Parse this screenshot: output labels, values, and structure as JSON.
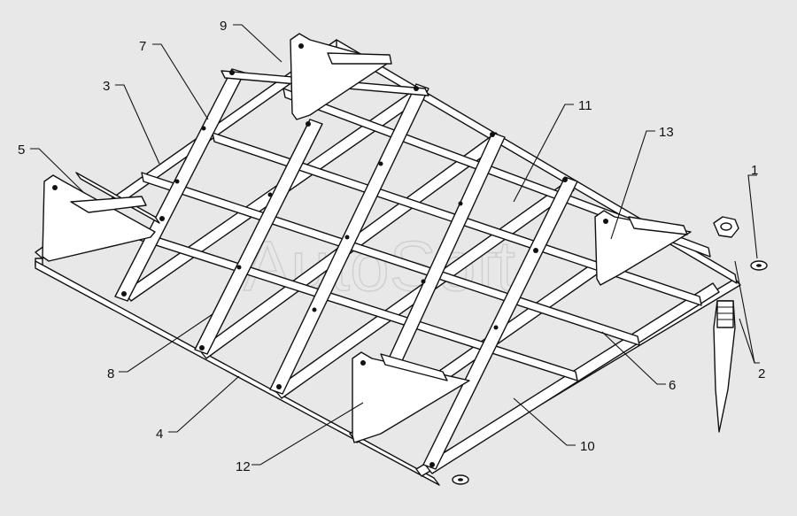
{
  "watermark": "AutoSoft",
  "callouts": [
    {
      "id": "1",
      "label": "1"
    },
    {
      "id": "2",
      "label": "2"
    },
    {
      "id": "3",
      "label": "3"
    },
    {
      "id": "4",
      "label": "4"
    },
    {
      "id": "5",
      "label": "5"
    },
    {
      "id": "6",
      "label": "6"
    },
    {
      "id": "7",
      "label": "7"
    },
    {
      "id": "8",
      "label": "8"
    },
    {
      "id": "9",
      "label": "9"
    },
    {
      "id": "10",
      "label": "10"
    },
    {
      "id": "11",
      "label": "11"
    },
    {
      "id": "12",
      "label": "12"
    },
    {
      "id": "13",
      "label": "13"
    }
  ],
  "colors": {
    "background": "#e8e8e8",
    "line": "#111111",
    "watermark": "#cfcfcf"
  }
}
